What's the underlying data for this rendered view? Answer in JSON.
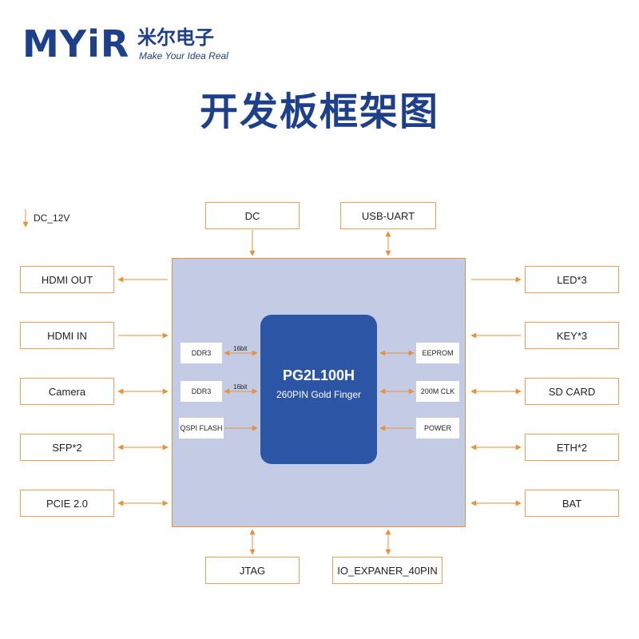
{
  "logo": {
    "brand": "MYiR",
    "cn": "米尔电子",
    "tagline": "Make Your Idea Real"
  },
  "title": "开发板框架图",
  "note": "DC_12V",
  "chip": {
    "name": "PG2L100H",
    "subtitle": "260PIN Gold Finger"
  },
  "top": {
    "dc": "DC",
    "usb_uart": "USB-UART"
  },
  "bottom": {
    "jtag": "JTAG",
    "io": "IO_EXPANER_40PIN"
  },
  "left": {
    "hdmi_out": "HDMI OUT",
    "hdmi_in": "HDMI IN",
    "camera": "Camera",
    "sfp": "SFP*2",
    "pcie": "PCIE 2.0"
  },
  "right": {
    "led": "LED*3",
    "key": "KEY*3",
    "sd": "SD CARD",
    "eth": "ETH*2",
    "bat": "BAT"
  },
  "inner": {
    "ddr3_a": "DDR3",
    "ddr3_b": "DDR3",
    "qspi": "QSPI FLASH",
    "bits_a": "16bit",
    "bits_b": "16bit",
    "eeprom": "EEPROM",
    "clk": "200M CLK",
    "power": "POWER"
  },
  "colors": {
    "accent": "#1e3f8a",
    "chip": "#2c55a6",
    "board": "#c3cce4",
    "wire": "#e8903c"
  }
}
